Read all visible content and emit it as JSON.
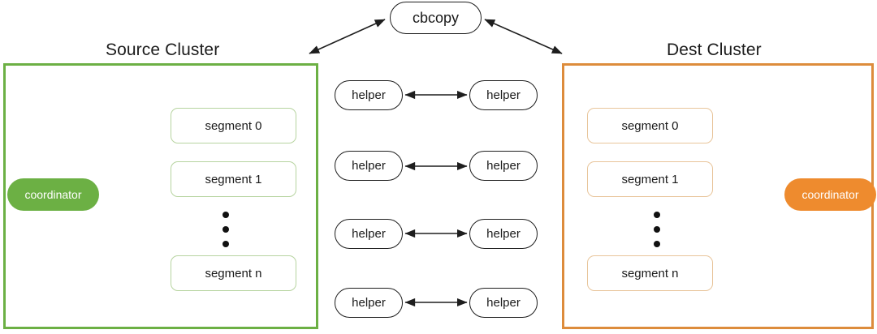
{
  "diagram": {
    "title_root": "cbcopy",
    "colors": {
      "source_accent": "#6cb044",
      "source_frame": "#6cb044",
      "source_segment_border": "#b7d4a0",
      "dest_accent": "#ee8b2e",
      "dest_frame": "#dd8c3c",
      "dest_segment_border": "#e8c59b",
      "arrow": "#1e1e1e",
      "node_border": "#1e1e1e",
      "background": "#ffffff"
    }
  },
  "root_node": {
    "label": "cbcopy"
  },
  "source_cluster": {
    "title": "Source Cluster",
    "coordinator": {
      "label": "coordinator"
    },
    "segments": [
      {
        "label": "segment 0"
      },
      {
        "label": "segment 1"
      },
      {
        "label": "segment n"
      }
    ],
    "ellipsis": "⋮"
  },
  "dest_cluster": {
    "title": "Dest Cluster",
    "coordinator": {
      "label": "coordinator"
    },
    "segments": [
      {
        "label": "segment 0"
      },
      {
        "label": "segment 1"
      },
      {
        "label": "segment n"
      }
    ],
    "ellipsis": "⋮"
  },
  "helpers": {
    "rows": [
      {
        "left": {
          "label": "helper"
        },
        "right": {
          "label": "helper"
        }
      },
      {
        "left": {
          "label": "helper"
        },
        "right": {
          "label": "helper"
        }
      },
      {
        "left": {
          "label": "helper"
        },
        "right": {
          "label": "helper"
        }
      },
      {
        "left": {
          "label": "helper"
        },
        "right": {
          "label": "helper"
        }
      }
    ]
  }
}
